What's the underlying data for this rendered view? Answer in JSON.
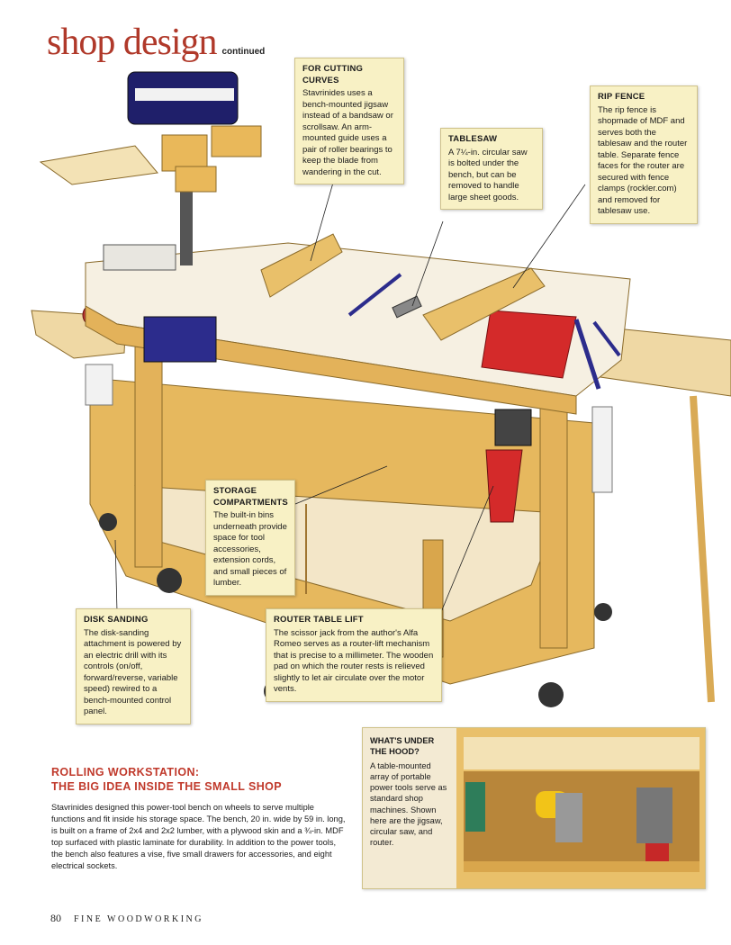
{
  "header": {
    "title": "shop design",
    "subtitle": "continued"
  },
  "callouts": {
    "cutting_curves": {
      "title": "FOR CUTTING CURVES",
      "body": "Stavrinides uses a bench-mounted jigsaw instead of a bandsaw or scrollsaw. An arm-mounted guide uses a pair of roller bearings to keep the blade from wandering in the cut."
    },
    "tablesaw": {
      "title": "TABLESAW",
      "body": "A 7¼-in. circular saw is bolted under the bench, but can be removed to handle large sheet goods."
    },
    "rip_fence": {
      "title": "RIP FENCE",
      "body": "The rip fence is shopmade of MDF and serves both the tablesaw and the router table. Separate fence faces for the router are secured with fence clamps (rockler.com) and removed for tablesaw use."
    },
    "storage": {
      "title": "STORAGE COMPARTMENTS",
      "body": "The built-in bins underneath provide space for tool accessories, extension cords, and small pieces of lumber."
    },
    "disk_sanding": {
      "title": "DISK SANDING",
      "body": "The disk-sanding attachment is powered by an electric drill with its controls (on/off, forward/reverse, variable speed) rewired to a bench-mounted control panel."
    },
    "router_lift": {
      "title": "ROUTER TABLE LIFT",
      "body": "The scissor jack from the author's Alfa Romeo serves as a router-lift mechanism that is precise to a millimeter. The wooden pad on which the router rests is relieved slightly to let air circulate over the motor vents."
    }
  },
  "story": {
    "title_line1": "ROLLING WORKSTATION:",
    "title_line2": "THE BIG IDEA INSIDE THE SMALL SHOP",
    "body": "Stavrinides designed this power-tool bench on wheels to serve multiple functions and fit inside his storage space. The bench, 20 in. wide by 59 in. long, is built on a frame of 2x4 and 2x2 lumber, with a plywood skin and a ¾-in. MDF top surfaced with plastic laminate for durability. In addition to the power tools, the bench also features a vise, five small drawers for accessories, and eight electrical sockets."
  },
  "hood": {
    "title": "WHAT'S UNDER THE HOOD?",
    "body": "A table-mounted array of portable power tools serve as standard shop machines. Shown here are the jigsaw, circular saw, and router."
  },
  "footer": {
    "page_number": "80",
    "magazine": "FINE WOODWORKING"
  },
  "colors": {
    "accent_red": "#b0392a",
    "wood": "#e9c06a",
    "wood_dark": "#c99338",
    "top_surface": "#f6f0e2",
    "callout_bg": "#f8f1c5",
    "fence_blue": "#2c2c8c"
  }
}
